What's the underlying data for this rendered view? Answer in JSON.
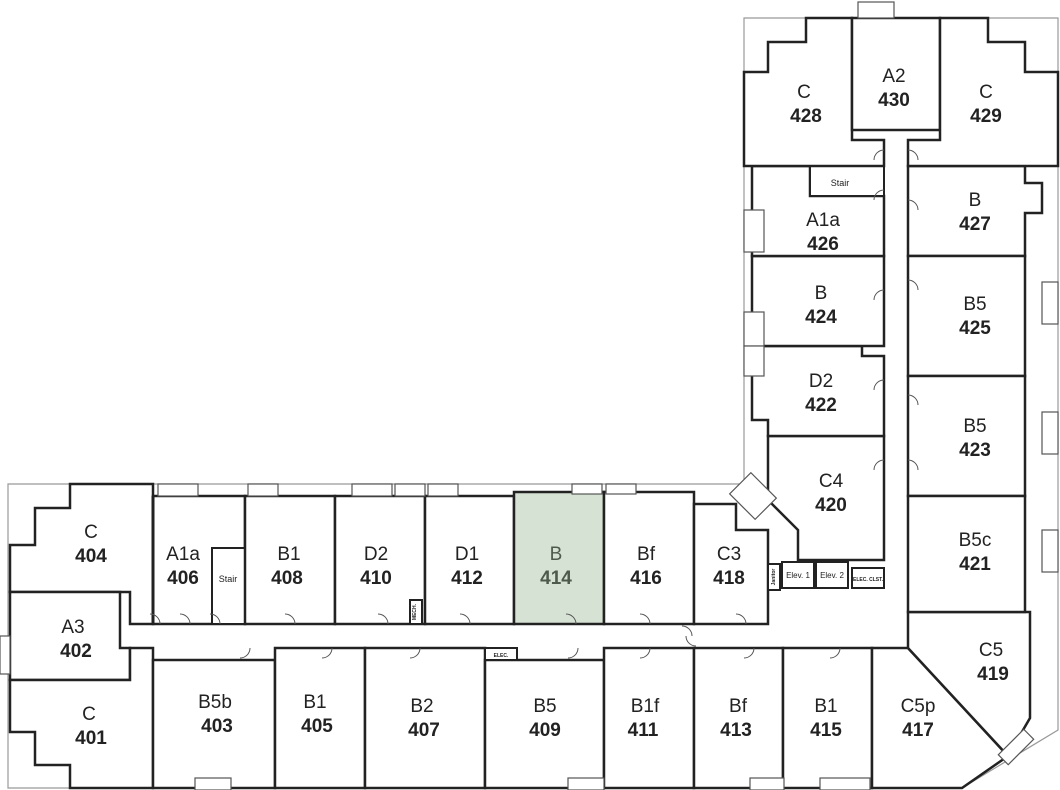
{
  "rooms": [
    {
      "type": "C",
      "number": "404"
    },
    {
      "type": "A3",
      "number": "402"
    },
    {
      "type": "C",
      "number": "401"
    },
    {
      "type": "A1a",
      "number": "406"
    },
    {
      "type": "B1",
      "number": "408"
    },
    {
      "type": "D2",
      "number": "410"
    },
    {
      "type": "D1",
      "number": "412"
    },
    {
      "type": "B",
      "number": "414"
    },
    {
      "type": "Bf",
      "number": "416"
    },
    {
      "type": "C3",
      "number": "418"
    },
    {
      "type": "B5b",
      "number": "403"
    },
    {
      "type": "B1",
      "number": "405"
    },
    {
      "type": "B2",
      "number": "407"
    },
    {
      "type": "B5",
      "number": "409"
    },
    {
      "type": "B1f",
      "number": "411"
    },
    {
      "type": "Bf",
      "number": "413"
    },
    {
      "type": "B1",
      "number": "415"
    },
    {
      "type": "C5p",
      "number": "417"
    },
    {
      "type": "C5",
      "number": "419"
    },
    {
      "type": "C4",
      "number": "420"
    },
    {
      "type": "B5c",
      "number": "421"
    },
    {
      "type": "D2",
      "number": "422"
    },
    {
      "type": "B5",
      "number": "423"
    },
    {
      "type": "B",
      "number": "424"
    },
    {
      "type": "B5",
      "number": "425"
    },
    {
      "type": "A1a",
      "number": "426"
    },
    {
      "type": "B",
      "number": "427"
    },
    {
      "type": "C",
      "number": "428"
    },
    {
      "type": "A2",
      "number": "430"
    },
    {
      "type": "C",
      "number": "429"
    }
  ],
  "utility": {
    "stair_west": "Stair",
    "stair_north": "Stair",
    "elev1": "Elev. 1",
    "elev2": "Elev. 2",
    "elec_closet": "ELEC. CLST.",
    "elec": "ELEC.",
    "janitor": "Janitor",
    "mech": "MECH."
  },
  "highlight_color": "#d6e2d3"
}
